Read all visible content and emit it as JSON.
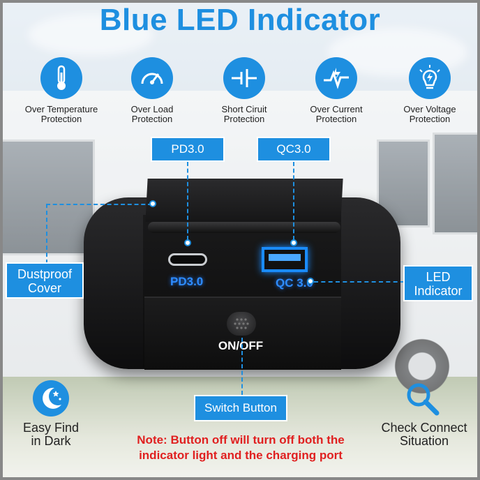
{
  "title": "Blue LED Indicator",
  "features": [
    {
      "icon": "thermometer-icon",
      "line1": "Over Temperature",
      "line2": "Protection"
    },
    {
      "icon": "gauge-icon",
      "line1": "Over Load",
      "line2": "Protection"
    },
    {
      "icon": "short-circuit-icon",
      "line1": "Short Ciruit",
      "line2": "Protection"
    },
    {
      "icon": "current-wave-icon",
      "line1": "Over Current",
      "line2": "Protection"
    },
    {
      "icon": "voltage-bulb-icon",
      "line1": "Over Voltage",
      "line2": "Protection"
    }
  ],
  "tags": {
    "pd": "PD3.0",
    "qc": "QC3.0",
    "switch": "Switch Button"
  },
  "device": {
    "pd_label": "PD3.0",
    "qc_label": "QC 3.0",
    "switch_label": "ON/OFF"
  },
  "callouts": {
    "dustproof_line1": "Dustproof",
    "dustproof_line2": "Cover",
    "led_line1": "LED",
    "led_line2": "Indicator",
    "easy_line1": "Easy Find",
    "easy_line2": "in Dark",
    "check_line1": "Check Connect",
    "check_line2": "Situation"
  },
  "note": {
    "line1": "Note:  Button off will turn off both the",
    "line2": "indicator light and the charging port"
  },
  "colors": {
    "accent": "#1e8fe0",
    "led_blue": "#1a8cff",
    "note_red": "#e02020"
  }
}
